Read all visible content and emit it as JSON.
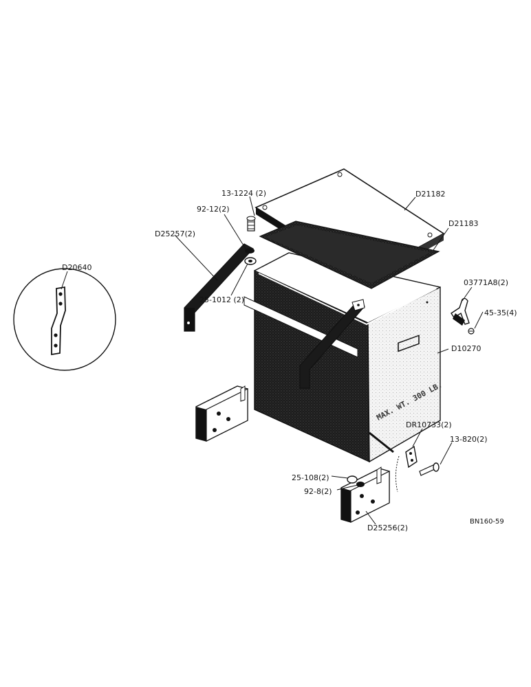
{
  "labels": {
    "inset_bracket": "D20640",
    "cover": "D21182",
    "cover_pad": "D21183",
    "cover_bolt": "13-1224 (2)",
    "cover_lockwasher": "92-12(2)",
    "hold_down_strap": "D25257(2)",
    "strap_nut": "25-1012 (2)",
    "latch": "03771A8(2)",
    "latch_screw": "45-35(4)",
    "battery_box": "D10270",
    "spacer": "DR10733(2)",
    "mount_bolt": "13-820(2)",
    "mount_nut": "25-108(2)",
    "mount_lockwasher": "92-8(2)",
    "mount_plate": "D25256(2)",
    "drawing_number": "BN160-59"
  },
  "box_stencil": "MAX. WT. 300 LB.",
  "colors": {
    "ink": "#111111",
    "paper": "#ffffff",
    "dark_fill": "#1a1a1a"
  }
}
